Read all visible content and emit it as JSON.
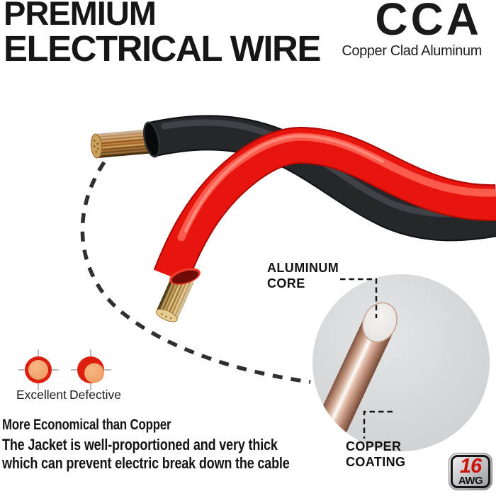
{
  "header": {
    "title_line1": "PREMIUM",
    "title_line2": "ELECTRICAL WIRE",
    "product_code": "CCA",
    "product_code_subtitle": "Copper Clad Aluminum"
  },
  "quality_compare": {
    "good_label": "Excellent",
    "bad_label": "Defective"
  },
  "benefits": {
    "line1": "More Economical than Copper",
    "line2": "The Jacket is well-proportioned and very thick",
    "line3": "which can prevent electric break down the cable"
  },
  "callouts": {
    "aluminum_core": {
      "line1": "ALUMINUM",
      "line2": "CORE"
    },
    "copper_coating": {
      "line1": "COPPER",
      "line2": "COATING"
    }
  },
  "awg_badge": {
    "size": "16",
    "unit": "AWG"
  },
  "colors": {
    "background": "#ffffff",
    "wire_red": "#e8150e",
    "wire_black": "#26272b",
    "copper_strand": "#c8803c",
    "pale_strand": "#d9c08a",
    "magnifier_gray": "#d6d7d9",
    "copper_coating": "#b98a70",
    "aluminum_core": "#edecea",
    "sample_ring_red": "#de1e0f",
    "sample_fill": "#f2a46e",
    "badge_number_red": "#ce1209",
    "text_black": "#161616"
  }
}
